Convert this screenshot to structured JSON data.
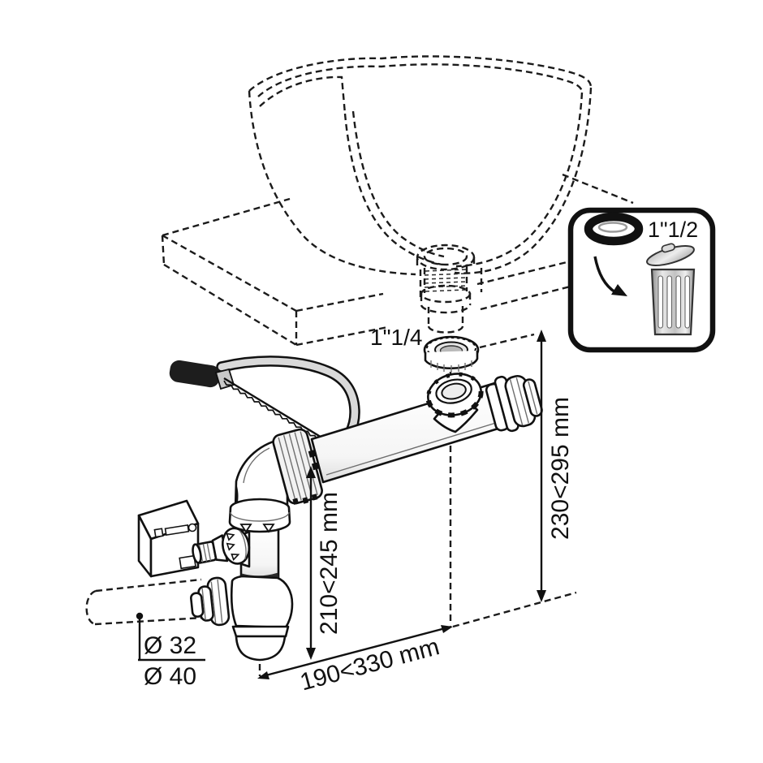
{
  "diagram": {
    "type": "plumbing-installation-diagram",
    "labels": {
      "drain_thread_size": "1\"1/4",
      "discard_thread_size": "1\"1/2",
      "height_overall": "230<295 mm",
      "height_trap": "210<245 mm",
      "width_range": "190<330 mm",
      "pipe_diameter_small": "Ø 32",
      "pipe_diameter_large": "Ø 40"
    },
    "colors": {
      "line": "#111111",
      "dashed_line": "#1b1b1b",
      "metal_light": "#e9e9e9",
      "metal_dark": "#8f8f8f",
      "handle_black": "#1d1d1d",
      "background": "#ffffff"
    },
    "icons": [
      "sink-bowl",
      "countertop",
      "drain-fitting",
      "gasket-ring",
      "o-ring",
      "trash-can",
      "hacksaw",
      "washing-machine",
      "hose-connector",
      "bottle-trap",
      "wall-pipe"
    ]
  }
}
